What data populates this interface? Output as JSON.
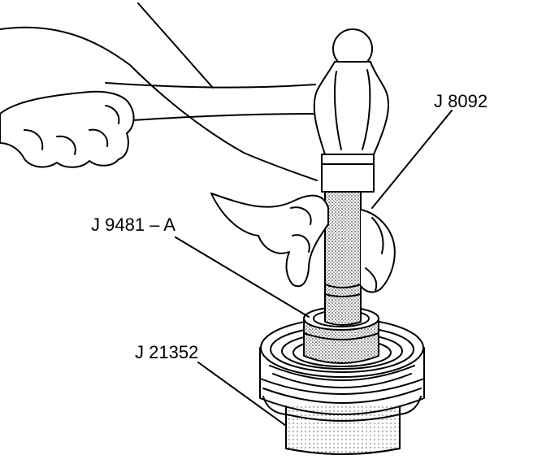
{
  "labels": {
    "j8092": "J 8092",
    "j9481a": "J 9481 – A",
    "j21352": "J 21352"
  },
  "colors": {
    "ink": "#000000",
    "paper": "#ffffff"
  }
}
